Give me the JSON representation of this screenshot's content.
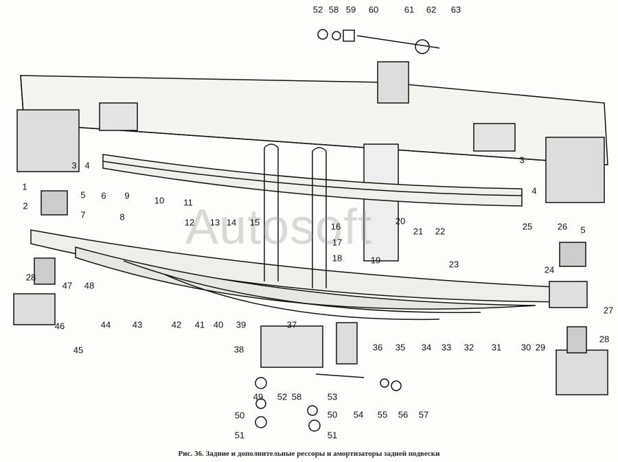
{
  "caption": "Рис. 36. Задние и дополнительные рессоры и амортизаторы задней подвески",
  "watermark": "Autosoft",
  "callouts": [
    "52",
    "58",
    "59",
    "60",
    "61",
    "62",
    "63",
    "1",
    "3",
    "4",
    "5",
    "2",
    "6",
    "7",
    "8",
    "9",
    "10",
    "11",
    "12",
    "13",
    "14",
    "15",
    "16",
    "17",
    "18",
    "19",
    "20",
    "21",
    "22",
    "23",
    "24",
    "25",
    "26",
    "5",
    "27",
    "28",
    "47",
    "48",
    "44",
    "43",
    "42",
    "41",
    "40",
    "39",
    "37",
    "36",
    "35",
    "34",
    "33",
    "32",
    "31",
    "30",
    "28",
    "29",
    "46",
    "45",
    "38",
    "49",
    "52",
    "58",
    "53",
    "54",
    "55",
    "56",
    "57",
    "50",
    "51",
    "50",
    "51",
    "3",
    "4"
  ]
}
